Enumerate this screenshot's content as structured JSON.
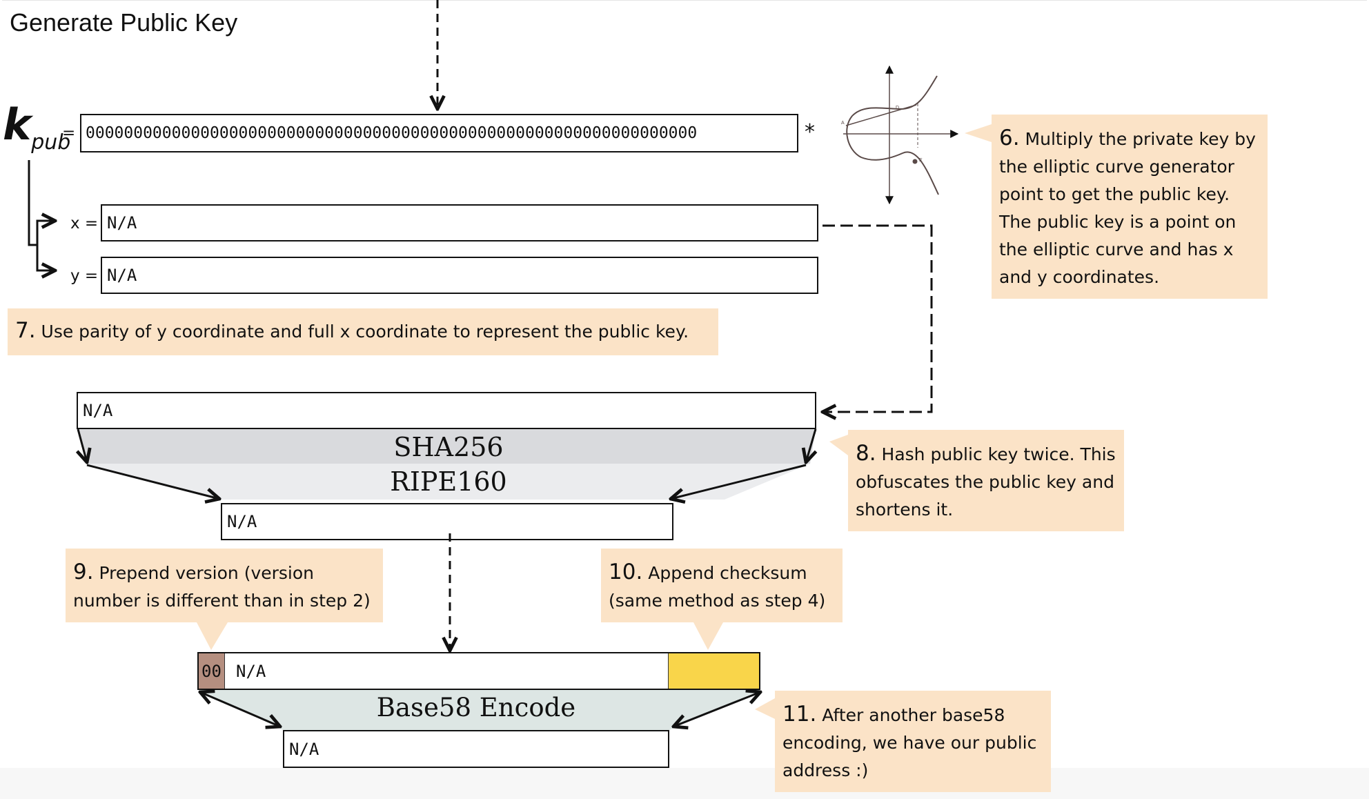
{
  "title": "Generate Public Key",
  "kpub": {
    "symbol": "k",
    "subscript": "pub",
    "equals": "=",
    "value": "0000000000000000000000000000000000000000000000000000000000000000",
    "multiply": "*"
  },
  "coords": {
    "x_label": "x =",
    "x_value": "N/A",
    "y_label": "y =",
    "y_value": "N/A"
  },
  "curve_points": {
    "a": "A",
    "b": "B",
    "d": "D",
    "e": "E"
  },
  "notes": {
    "step6": {
      "num": "6.",
      "text": "Multiply the private key by the elliptic curve generator point to get the public key. The public key is a point on the elliptic curve and has x and y coordinates."
    },
    "step7": {
      "num": "7.",
      "text": "Use parity of y coordinate and full x coordinate to represent the public key."
    },
    "step8": {
      "num": "8.",
      "text": "Hash public key twice. This obfuscates the public key and shortens it."
    },
    "step9": {
      "num": "9.",
      "text": "Prepend version (version number is different than in step 2)"
    },
    "step10": {
      "num": "10.",
      "text": "Append checksum (same method as step 4)"
    },
    "step11": {
      "num": "11.",
      "text": "After another base58 encoding, we have our public address :)"
    }
  },
  "pubkey_box": "N/A",
  "hash": {
    "sha": "SHA256",
    "ripe": "RIPE160"
  },
  "hash_result": "N/A",
  "versioned": {
    "version": "00",
    "payload": "N/A"
  },
  "base58": {
    "label": "Base58 Encode",
    "result": "N/A"
  },
  "colors": {
    "note_bg": "#fbe3c7",
    "version": "#b58f80",
    "checksum": "#f9d54a",
    "hash_band_top": "#d9dadd",
    "hash_band_bottom": "#ebecee",
    "base58_band": "#dde6e4"
  }
}
